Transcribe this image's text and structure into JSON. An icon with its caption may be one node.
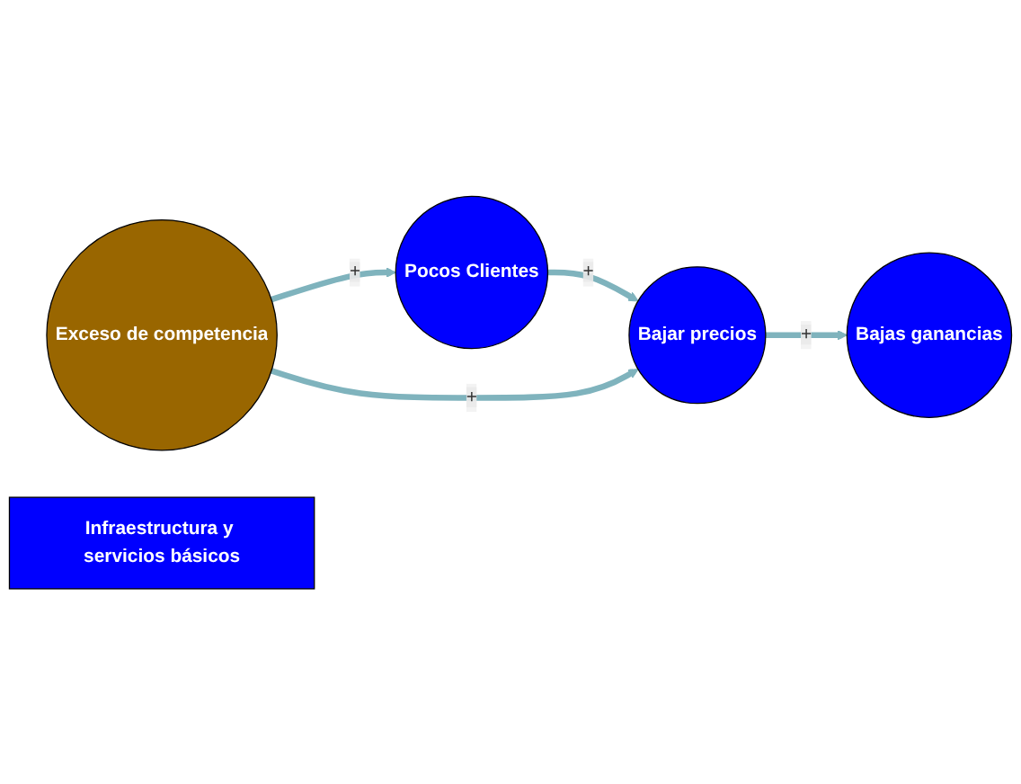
{
  "diagram": {
    "nodes": [
      {
        "text": [
          "Pocos Clientes"
        ]
      },
      {
        "text": [
          "Bajar precios"
        ]
      },
      {
        "text": [
          "Bajas ganancias"
        ]
      },
      {
        "text": [
          "Exceso de competencia"
        ]
      },
      {
        "text": [
          "Infraestructura y servicios básicos"
        ]
      }
    ],
    "edges": [
      {
        "from": 3,
        "to": 0,
        "arrow": "to",
        "label": "+"
      },
      {
        "from": 0,
        "to": 1,
        "arrow": "to",
        "label": "+"
      },
      {
        "from": 3,
        "to": 1,
        "arrow": "to",
        "label": "+"
      },
      {
        "from": 1,
        "to": 2,
        "arrow": "to",
        "label": "+"
      }
    ]
  }
}
